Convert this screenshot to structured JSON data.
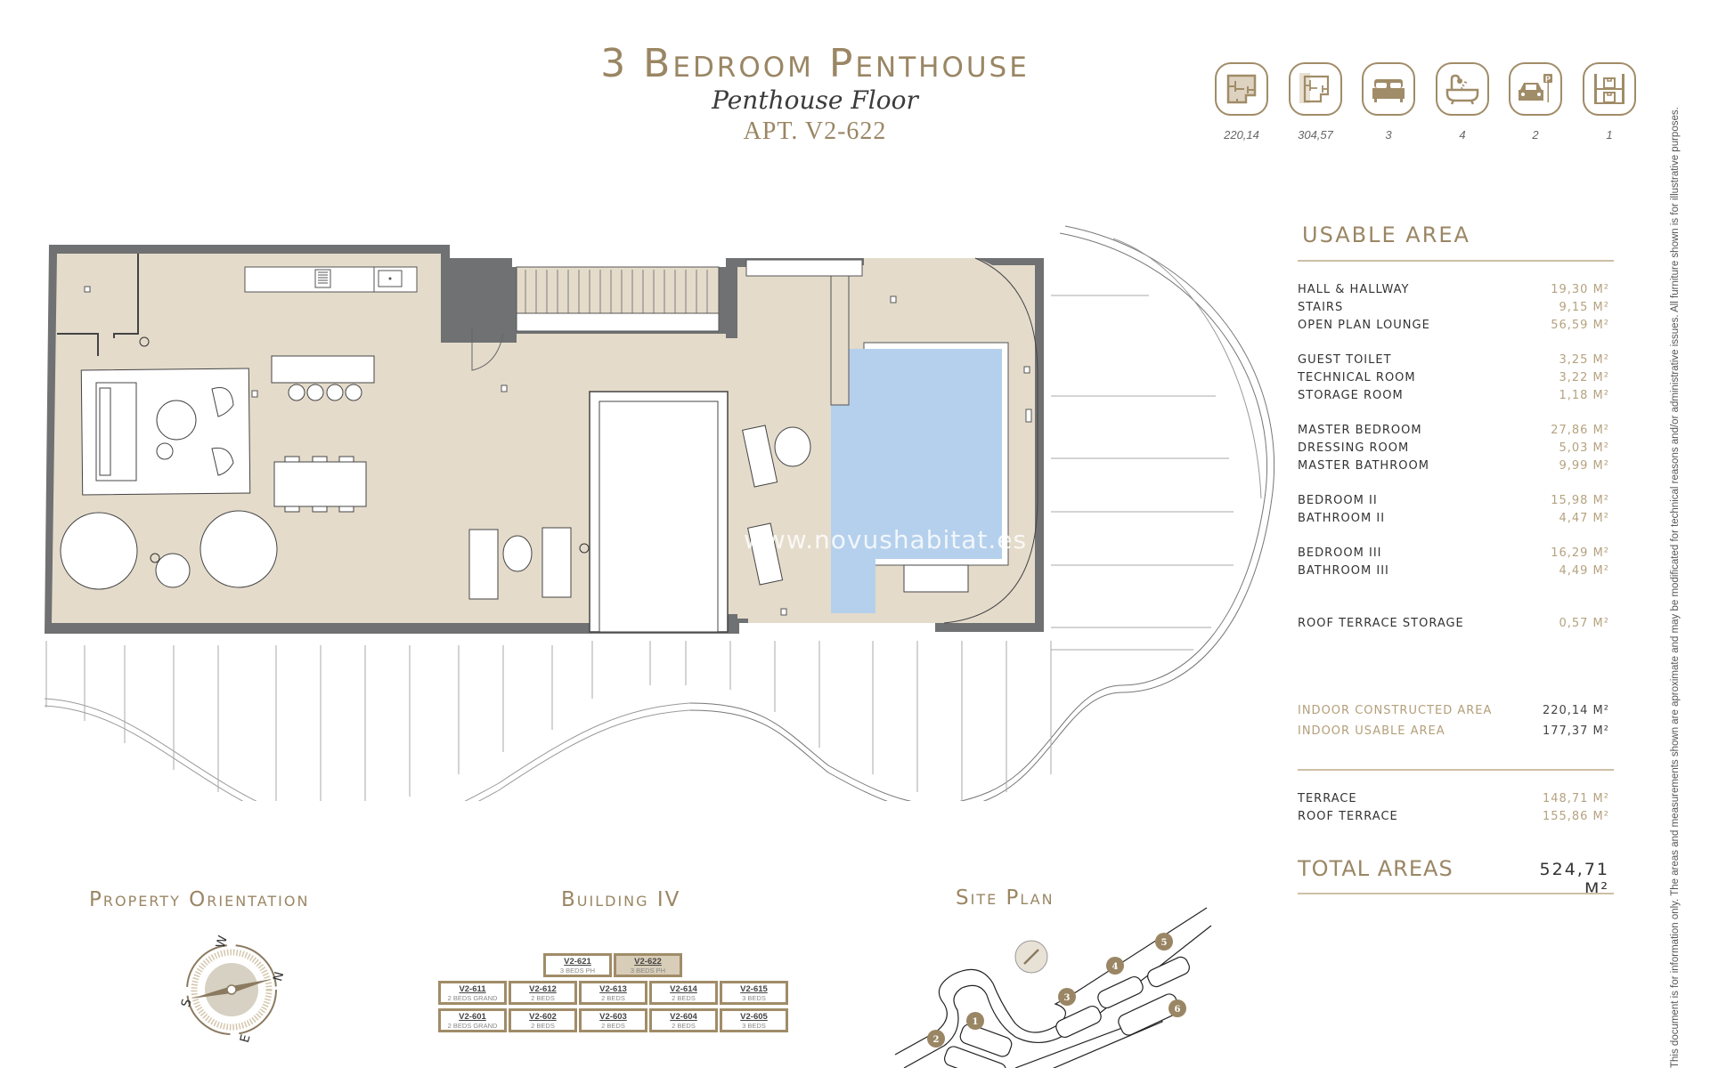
{
  "header": {
    "title": "3 Bedroom Penthouse",
    "subtitle": "Penthouse Floor",
    "apartment": "APT. V2-622"
  },
  "kpis": [
    {
      "icon": "built-area-icon",
      "value": "220,14"
    },
    {
      "icon": "total-area-icon",
      "value": "304,57"
    },
    {
      "icon": "bed-icon",
      "value": "3"
    },
    {
      "icon": "bathtub-icon",
      "value": "4"
    },
    {
      "icon": "parking-icon",
      "value": "2"
    },
    {
      "icon": "storage-icon",
      "value": "1"
    }
  ],
  "usable_area": {
    "title": "USABLE AREA",
    "rows": [
      {
        "label": "HALL & HALLWAY",
        "value": "19,30 M²"
      },
      {
        "label": "STAIRS",
        "value": "9,15 M²"
      },
      {
        "label": "OPEN PLAN LOUNGE",
        "value": "56,59 M²"
      },
      {
        "label": "GUEST TOILET",
        "value": "3,25 M²"
      },
      {
        "label": "TECHNICAL ROOM",
        "value": "3,22 M²"
      },
      {
        "label": "STORAGE ROOM",
        "value": "1,18 M²"
      },
      {
        "label": "MASTER BEDROOM",
        "value": "27,86 M²"
      },
      {
        "label": "DRESSING ROOM",
        "value": "5,03 M²"
      },
      {
        "label": "MASTER BATHROOM",
        "value": "9,99 M²"
      },
      {
        "label": "BEDROOM II",
        "value": "15,98 M²"
      },
      {
        "label": "BATHROOM II",
        "value": "4,47 M²"
      },
      {
        "label": "BEDROOM III",
        "value": "16,29 M²"
      },
      {
        "label": "BATHROOM III",
        "value": "4,49 M²"
      },
      {
        "label": "ROOF TERRACE STORAGE",
        "value": "0,57 M²"
      }
    ],
    "indoor": [
      {
        "label": "INDOOR CONSTRUCTED AREA",
        "value": "220,14 M²"
      },
      {
        "label": "INDOOR USABLE AREA",
        "value": "177,37 M²"
      }
    ],
    "outdoor": [
      {
        "label": "TERRACE",
        "value": "148,71 M²"
      },
      {
        "label": "ROOF TERRACE",
        "value": "155,86 M²"
      }
    ],
    "total_label": "TOTAL AREAS",
    "total_value": "524,71 M²"
  },
  "colors": {
    "gold": "#9a8664",
    "floor_beige": "#e4dbcb",
    "wall_grey": "#6f7172",
    "pool_blue": "#b5d0ec"
  },
  "watermark": "www.novushabitat.es",
  "disclaimer": "This document is for information only. The areas and measurements shown are aproximate and may be modificated for technical reasons and/or administrative issues. All furniture shown is for illustrative purposes.",
  "orientation": {
    "title": "Property Orientation",
    "labels": {
      "n": "N",
      "s": "S",
      "e": "E",
      "w": "W"
    }
  },
  "building": {
    "title": "Building IV",
    "top_row": [
      {
        "id": "V2-621",
        "type": "3 BEDS PH",
        "selected": false
      },
      {
        "id": "V2-622",
        "type": "3 BEDS PH",
        "selected": true
      }
    ],
    "row_61x": [
      {
        "id": "V2-611",
        "type": "2 BEDS GRAND"
      },
      {
        "id": "V2-612",
        "type": "2 BEDS"
      },
      {
        "id": "V2-613",
        "type": "2 BEDS"
      },
      {
        "id": "V2-614",
        "type": "2 BEDS"
      },
      {
        "id": "V2-615",
        "type": "3 BEDS"
      }
    ],
    "row_60x": [
      {
        "id": "V2-601",
        "type": "2 BEDS GRAND"
      },
      {
        "id": "V2-602",
        "type": "2 BEDS"
      },
      {
        "id": "V2-603",
        "type": "2 BEDS"
      },
      {
        "id": "V2-604",
        "type": "2 BEDS"
      },
      {
        "id": "V2-605",
        "type": "3 BEDS"
      }
    ]
  },
  "site_plan": {
    "title": "Site Plan",
    "markers": [
      "1",
      "2",
      "3",
      "4",
      "5",
      "6"
    ]
  }
}
